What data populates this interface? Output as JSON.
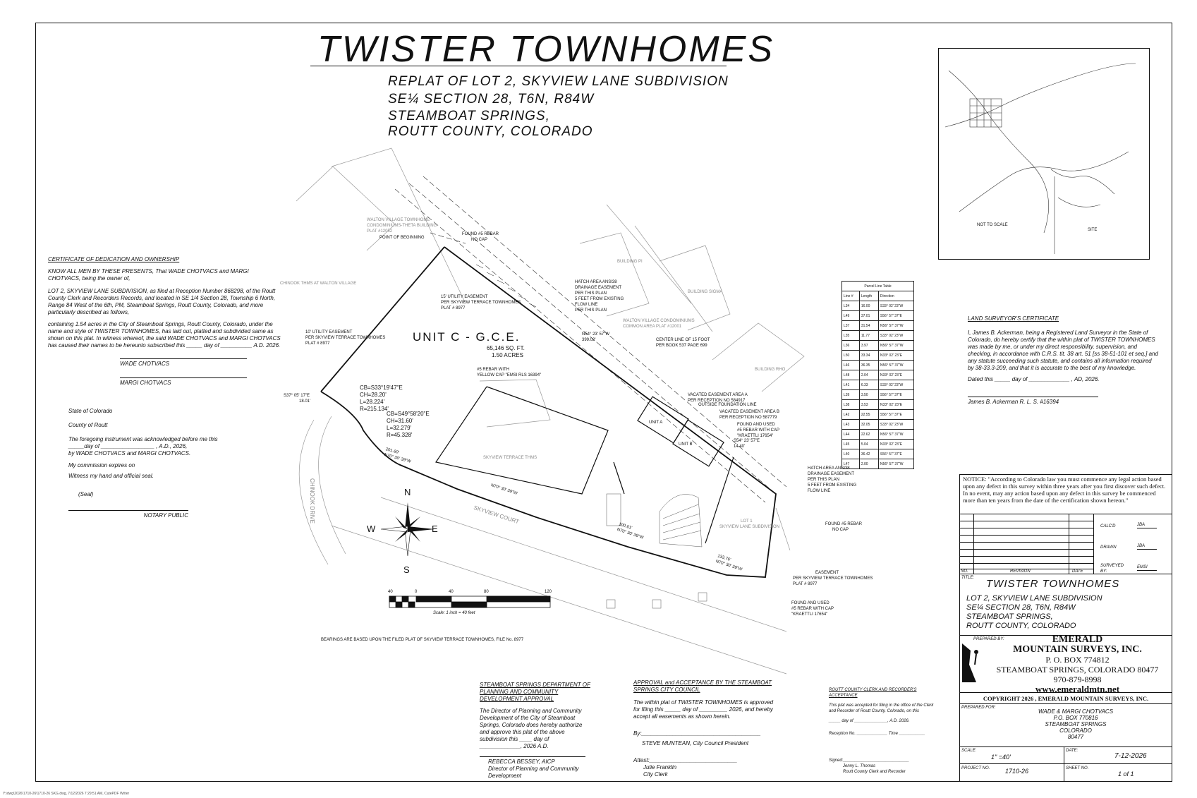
{
  "header": {
    "title": "TWISTER TOWNHOMES",
    "sub1": "REPLAT OF LOT 2, SKYVIEW LANE SUBDIVISION",
    "sub2": "SE¼ SECTION 28, T6N, R84W",
    "sub3": "STEAMBOAT SPRINGS,",
    "sub4": "ROUTT COUNTY, COLORADO"
  },
  "certificate": {
    "heading": "CERTIFICATE OF DEDICATION AND OWNERSHIP",
    "p1": "KNOW ALL MEN BY THESE PRESENTS, That WADE CHOTVACS and MARGI CHOTVACS, being the owner of,",
    "p2": "LOT 2, SKYVIEW LANE SUBDIVISION, as filed at Reception Number 868298, of the Routt County Clerk and Recorders Records, and located in SE 1/4 Section 28, Township 6 North, Range 84 West of the 6th, PM, Steamboat Springs, Routt County, Colorado, and more particularly described as follows,",
    "p3": "containing 1.54 acres in the City of Steamboat Springs, Routt County, Colorado, under the name and style of TWISTER TOWNHOMES, has laid out, platted and subdivided same as shown on this plat. In witness whereof, the said WADE CHOTVACS and MARGI CHOTVACS has caused their names to be hereunto subscribed this _____ day of __________ A.D. 2026.",
    "sig1": "WADE CHOTVACS",
    "sig2": "MARGI CHOTVACS"
  },
  "notary": {
    "state": "State of Colorado",
    "county": "County of Routt",
    "ack": "The foregoing instrument was acknowledged before me this",
    "ack2": "_____day of _________________ , A.D., 2026,",
    "ack3": "by WADE CHOTVACS and MARGI CHOTVACS.",
    "commission": "My commission expires on",
    "witness": "Witness my hand and official seal.",
    "seal": "(Seal)",
    "sig": "NOTARY PUBLIC"
  },
  "plat": {
    "unit": "UNIT C - G.C.E.",
    "sqft": "65,146 SQ. FT.",
    "acres": "1.50 ACRES",
    "pob": "POINT OF BEGINNING",
    "rebar1": "FOUND #5 REBAR",
    "nocap": "NO CAP",
    "utility15": "15' UTILITY EASEMENT",
    "utility15b": "PER SKYVIEW TERRACE TOWNHOMES",
    "utility15c": "PLAT # 8977",
    "utility10": "10' UTILITY EASEMENT",
    "utility10b": "PER SKYVIEW TERRACE TOWNHOMES",
    "utility10c": "PLAT # 8977",
    "hatch1": "HATCH AREA ANSI38",
    "hatch1b": "DRAINAGE EASEMENT",
    "hatch1c": "PER THIS PLAN",
    "hatch1d": "5 FEET FROM EXISTING",
    "hatch1e": "FLOW LINE",
    "hatch1f": "PER THIS PLAN",
    "bearing1": "N54° 23' 57\"W",
    "dist1": "399.02'",
    "centerline": "CENTER LINE OF 15 FOOT",
    "centerline2": "PER BOOK 537 PAGE 699",
    "curve1a": "CB=S33°19'47\"E",
    "curve1b": "CH=28.20'",
    "curve1c": "L=28.224'",
    "curve1d": "R=215.134'",
    "curve2a": "CB=S49°58'20\"E",
    "curve2b": "CH=31.60'",
    "curve2c": "L=32.279'",
    "curve2d": "R=45.328'",
    "rebar2": "#5 REBAR WITH",
    "rebar2b": "YELLOW CAP \"EMSI RLS 16394\"",
    "bearing2": "N70° 30' 39\"W",
    "dist2": "201.60'",
    "bearing3": "N70° 30' 39\"W",
    "dist3": "100.61'",
    "bearing4": "N70° 30' 39\"W",
    "dist4": "133.76'",
    "westleft": "S37° 05' 17\"E",
    "westleft2": "18.01'",
    "vacated1": "VACATED EASEMENT AREA A",
    "vacated1b": "PER RECEPTION NO 584917",
    "outside": "OUTSIDE FOUNDATION LINE",
    "vacated2": "VACATED EASEMENT AREA B",
    "vacated2b": "PER RECEPTION NO 587779",
    "found2": "FOUND AND USED",
    "found2b": "#5 REBAR WITH CAP",
    "found2c": "\"KRAETTLI 17654\"",
    "s54": "S54° 23' 57\"E",
    "s54d": "14.40'",
    "unitA": "UNIT A",
    "unitB": "UNIT B",
    "hatch2": "HATCH AREA ANSI38",
    "hatch2b": "DRAINAGE EASEMENT",
    "hatch2c": "PER THIS PLAN",
    "hatch2d": "5 FEET FROM EXISTING",
    "hatch2e": "FLOW LINE",
    "found3": "FOUND #5 REBAR",
    "found3b": "NO CAP",
    "easement": "EASEMENT",
    "easement2": "PER SKYVIEW TERRACE TOWNHOMES",
    "easement3": "PLAT # 8977",
    "found4": "FOUND AND USED",
    "found4b": "#5 REBAR WITH CAP",
    "found4c": "\"KRAETTLI 17654\"",
    "skyviewcourt": "SKYVIEW COURT",
    "chinook": "CHINOOK DRIVE",
    "lot1": "LOT 1",
    "lot1b": "SKYVIEW LANE SUBDIVISION",
    "walton1": "WALTON VILLAGE TOWNHOME",
    "walton1b": "CONDOMINIUMS-THETA BUILDING",
    "walton1c": "PLAT #12052",
    "walton2": "WALTON VILLAGE CONDOMINIUMS",
    "walton2b": "COMMON AREA PLAT #12001",
    "chinookthms": "CHINOOK THMS AT WALTON VILLAGE",
    "bldgpi": "BUILDING PI",
    "bldgsigma": "BUILDING SIGMA",
    "bldgrho": "BUILDING RHO",
    "skyviewterr": "SKYVIEW TERRACE THMS",
    "bearingnote": "BEARINGS ARE BASED UPON THE FILED PLAT OF SKYVIEW TERRACE TOWNHOMES, FILE No. 8977"
  },
  "compass": {
    "n": "N",
    "s": "S",
    "e": "E",
    "w": "W"
  },
  "scale": {
    "labels": [
      "40",
      "0",
      "40",
      "80",
      "120"
    ],
    "caption": "Scale: 1 inch = 40 feet"
  },
  "parcel_table": {
    "title": "Parcel Line Table",
    "headers": [
      "Line #",
      "Length",
      "Direction"
    ],
    "rows": [
      [
        "L34",
        "16.00",
        "S33° 02' 23\"W"
      ],
      [
        "L49",
        "37.01",
        "S56° 57' 37\"E"
      ],
      [
        "L37",
        "31.54",
        "N56° 57' 37\"W"
      ],
      [
        "L35",
        "11.77",
        "S33° 02' 23\"W"
      ],
      [
        "L36",
        "3.97",
        "N56° 57' 37\"W"
      ],
      [
        "L50",
        "33.34",
        "N33° 02' 23\"E"
      ],
      [
        "L46",
        "36.35",
        "N56° 57' 37\"W"
      ],
      [
        "L48",
        "2.04",
        "N33° 02' 23\"E"
      ],
      [
        "L41",
        "6.33",
        "S33° 02' 23\"W"
      ],
      [
        "L39",
        "3.50",
        "S56° 57' 37\"E"
      ],
      [
        "L38",
        "3.53",
        "N33° 02' 23\"E"
      ],
      [
        "L42",
        "22.55",
        "S56° 57' 37\"E"
      ],
      [
        "L43",
        "32.05",
        "S33° 02' 23\"W"
      ],
      [
        "L44",
        "22.62",
        "N56° 57' 37\"W"
      ],
      [
        "L45",
        "5.04",
        "N33° 02' 23\"E"
      ],
      [
        "L40",
        "36.42",
        "S56° 57' 37\"E"
      ],
      [
        "L47",
        "2.00",
        "N56° 57' 37\"W"
      ]
    ]
  },
  "vicinity": {
    "nts": "NOT TO SCALE",
    "site": "SITE"
  },
  "surveyor": {
    "heading": "LAND SURVEYOR'S CERTIFICATE",
    "body": "I, James B. Ackerman, being a Registered Land Surveyor in the State of Colorado, do hereby certify that the within plat of TWISTER TOWNHOMES was made by me, or under my direct responsibility, supervision, and checking, in accordance with C.R.S. tit. 38 art. 51 [ss 38-51-101 et seq.] and any statute succeeding such statute, and contains all information required by 38-33.3-209, and that it is accurate to the best of my knowledge.",
    "dated": "Dated this _____ day of _____________ , AD, 2026.",
    "sig": "James B. Ackerman  R. L. S. #16394"
  },
  "titleblock": {
    "notice_label": "NOTICE:",
    "notice": "\"According to Colorado law you must commence any legal action based upon any defect in this survey within three years after you first discover such defect. In no event, may any action based upon any defect in this survey be commenced more than ten years from the date of the certification shown hereon.\"",
    "calcd": "CALC'D",
    "calcd_v": "JBA",
    "drawn": "DRAWN",
    "drawn_v": "JBA",
    "surveyed": "SURVEYED BY:",
    "surveyed_v": "EMSI",
    "no": "NO.",
    "revision": "REVISION",
    "date": "DATE",
    "title_label": "TITLE:",
    "title": "TWISTER TOWNHOMES",
    "t1": "LOT 2, SKYVIEW LANE SUBDIVISION",
    "t2": "SE¼ SECTION 28, T6N, R84W",
    "t3": "STEAMBOAT SPRINGS,",
    "t4": "ROUTT COUNTY, COLORADO",
    "prepared_by": "PREPARED BY:",
    "firm1": "EMERALD",
    "firm2": "MOUNTAIN SURVEYS, INC.",
    "firm3": "P. O. BOX 774812",
    "firm4": "STEAMBOAT SPRINGS, COLORADO  80477",
    "firm5": "970-879-8998",
    "firm6": "www.emeraldmtn.net",
    "copyright": "COPYRIGHT 2026 , EMERALD MOUNTAIN SURVEYS, INC.",
    "prepared_for": "PREPARED FOR:",
    "c1": "WADE & MARGI CHOTVACS",
    "c2": "P.O. BOX 770816",
    "c3": "STEAMBOAT SPRINGS",
    "c4": "COLORADO",
    "c5": "80477",
    "scale_label": "SCALE:",
    "scale_v": "1\" =40'",
    "date_label": "DATE:",
    "date_v": "7-12-2026",
    "project_label": "PROJECT NO.",
    "project_v": "1710-26",
    "sheet_label": "SHEET NO.",
    "sheet_v": "1 of 1"
  },
  "planning": {
    "heading": "STEAMBOAT SPRINGS DEPARTMENT OF PLANNING AND COMMUNITY DEVELOPMENT APPROVAL",
    "body": "The Director of Planning and Community Development of the City of Steamboat Springs, Colorado does hereby authorize and approve this plat of the above subdivision this ____ day of _____________, 2026 A.D.",
    "sig": "REBECCA BESSEY, AICP",
    "sig2": "Director of Planning and Community Development"
  },
  "council": {
    "heading": "APPROVAL and ACCEPTANCE BY THE STEAMBOAT SPRINGS CITY COUNCIL",
    "body": "The within plat of TWISTER TOWNHOMES is approved for filing this _____ day of _________ 2026, and hereby accept all easements as shown herein.",
    "by": "By:______________________________________",
    "sig": "STEVE MUNTEAN, City Council President",
    "attest": "Attest:____________________________",
    "attest2": "Julie Franklin",
    "attest3": "City Clerk"
  },
  "recorder": {
    "heading": "ROUTT COUNTY CLERK AND RECORDER'S ACCEPTANCE",
    "body": "This plat was accepted for filing in the office of the Clerk and Recorder of Routt County, Colorado, on this",
    "day": "_____ day of ______________, A.D. 2026.",
    "reception": "Reception No. _____________ Time ___________",
    "signed": "Signed:____________________________",
    "name": "Jenny L. Thomas",
    "role": "Routt County Clerk and Recorder"
  },
  "footer": {
    "path": "Y:\\dwg\\2026\\1710-26\\1710-26 SKG.dwg, 7/12/2026 7:29:51 AM, CutePDF Writer"
  }
}
